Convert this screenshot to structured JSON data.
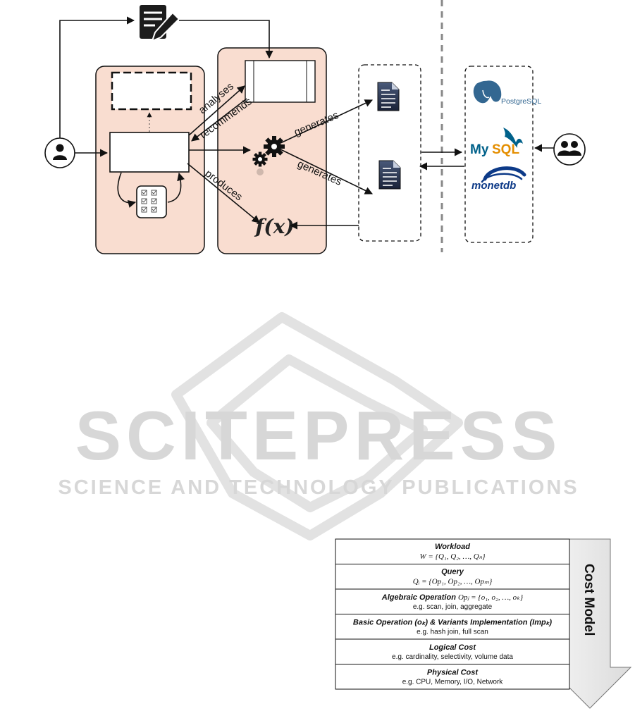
{
  "edges": {
    "analyses": "analyses",
    "recommends": "recommends",
    "generates_top": "generates",
    "generates_bottom": "generates",
    "produces": "produces"
  },
  "function_symbol": "f(x)",
  "databases": {
    "postgres": "PostgreSQL",
    "mysql_my": "My",
    "mysql_sql": "SQL",
    "monetdb": "monetdb"
  },
  "watermark": {
    "main": "SCITEPRESS",
    "sub": "SCIENCE AND TECHNOLOGY PUBLICATIONS"
  },
  "cost_model": {
    "label": "Cost Model",
    "layers": [
      {
        "title": "Workload",
        "formula": "W = {Q₁, Q₂, …, Qₙ}",
        "example": ""
      },
      {
        "title": "Query",
        "formula": "Qᵢ = {Op₁, Op₂, …, Opₘ}",
        "example": ""
      },
      {
        "title": "Algebraic Operation",
        "formula": "Opⱼ = {o₁, o₂, …, oₖ}",
        "example": "e.g. scan, join, aggregate"
      },
      {
        "title": "Basic Operation (oₖ) & Variants Implementation (Impₖ)",
        "formula": "",
        "example": "e.g. hash join, full scan"
      },
      {
        "title": "Logical Cost",
        "formula": "",
        "example": "e.g. cardinality, selectivity, volume data"
      },
      {
        "title": "Physical Cost",
        "formula": "",
        "example": "e.g. CPU, Memory, I/O, Network"
      }
    ]
  },
  "colors": {
    "panel_fill": "#f9ddd0",
    "stroke": "#111111",
    "watermark": "#d4d4d4",
    "arrow_fill": "#e6e6e6",
    "postgres_blue": "#336791",
    "mysql_blue": "#00618a",
    "mysql_orange": "#e48e00",
    "monet_blue": "#0d3a88"
  }
}
